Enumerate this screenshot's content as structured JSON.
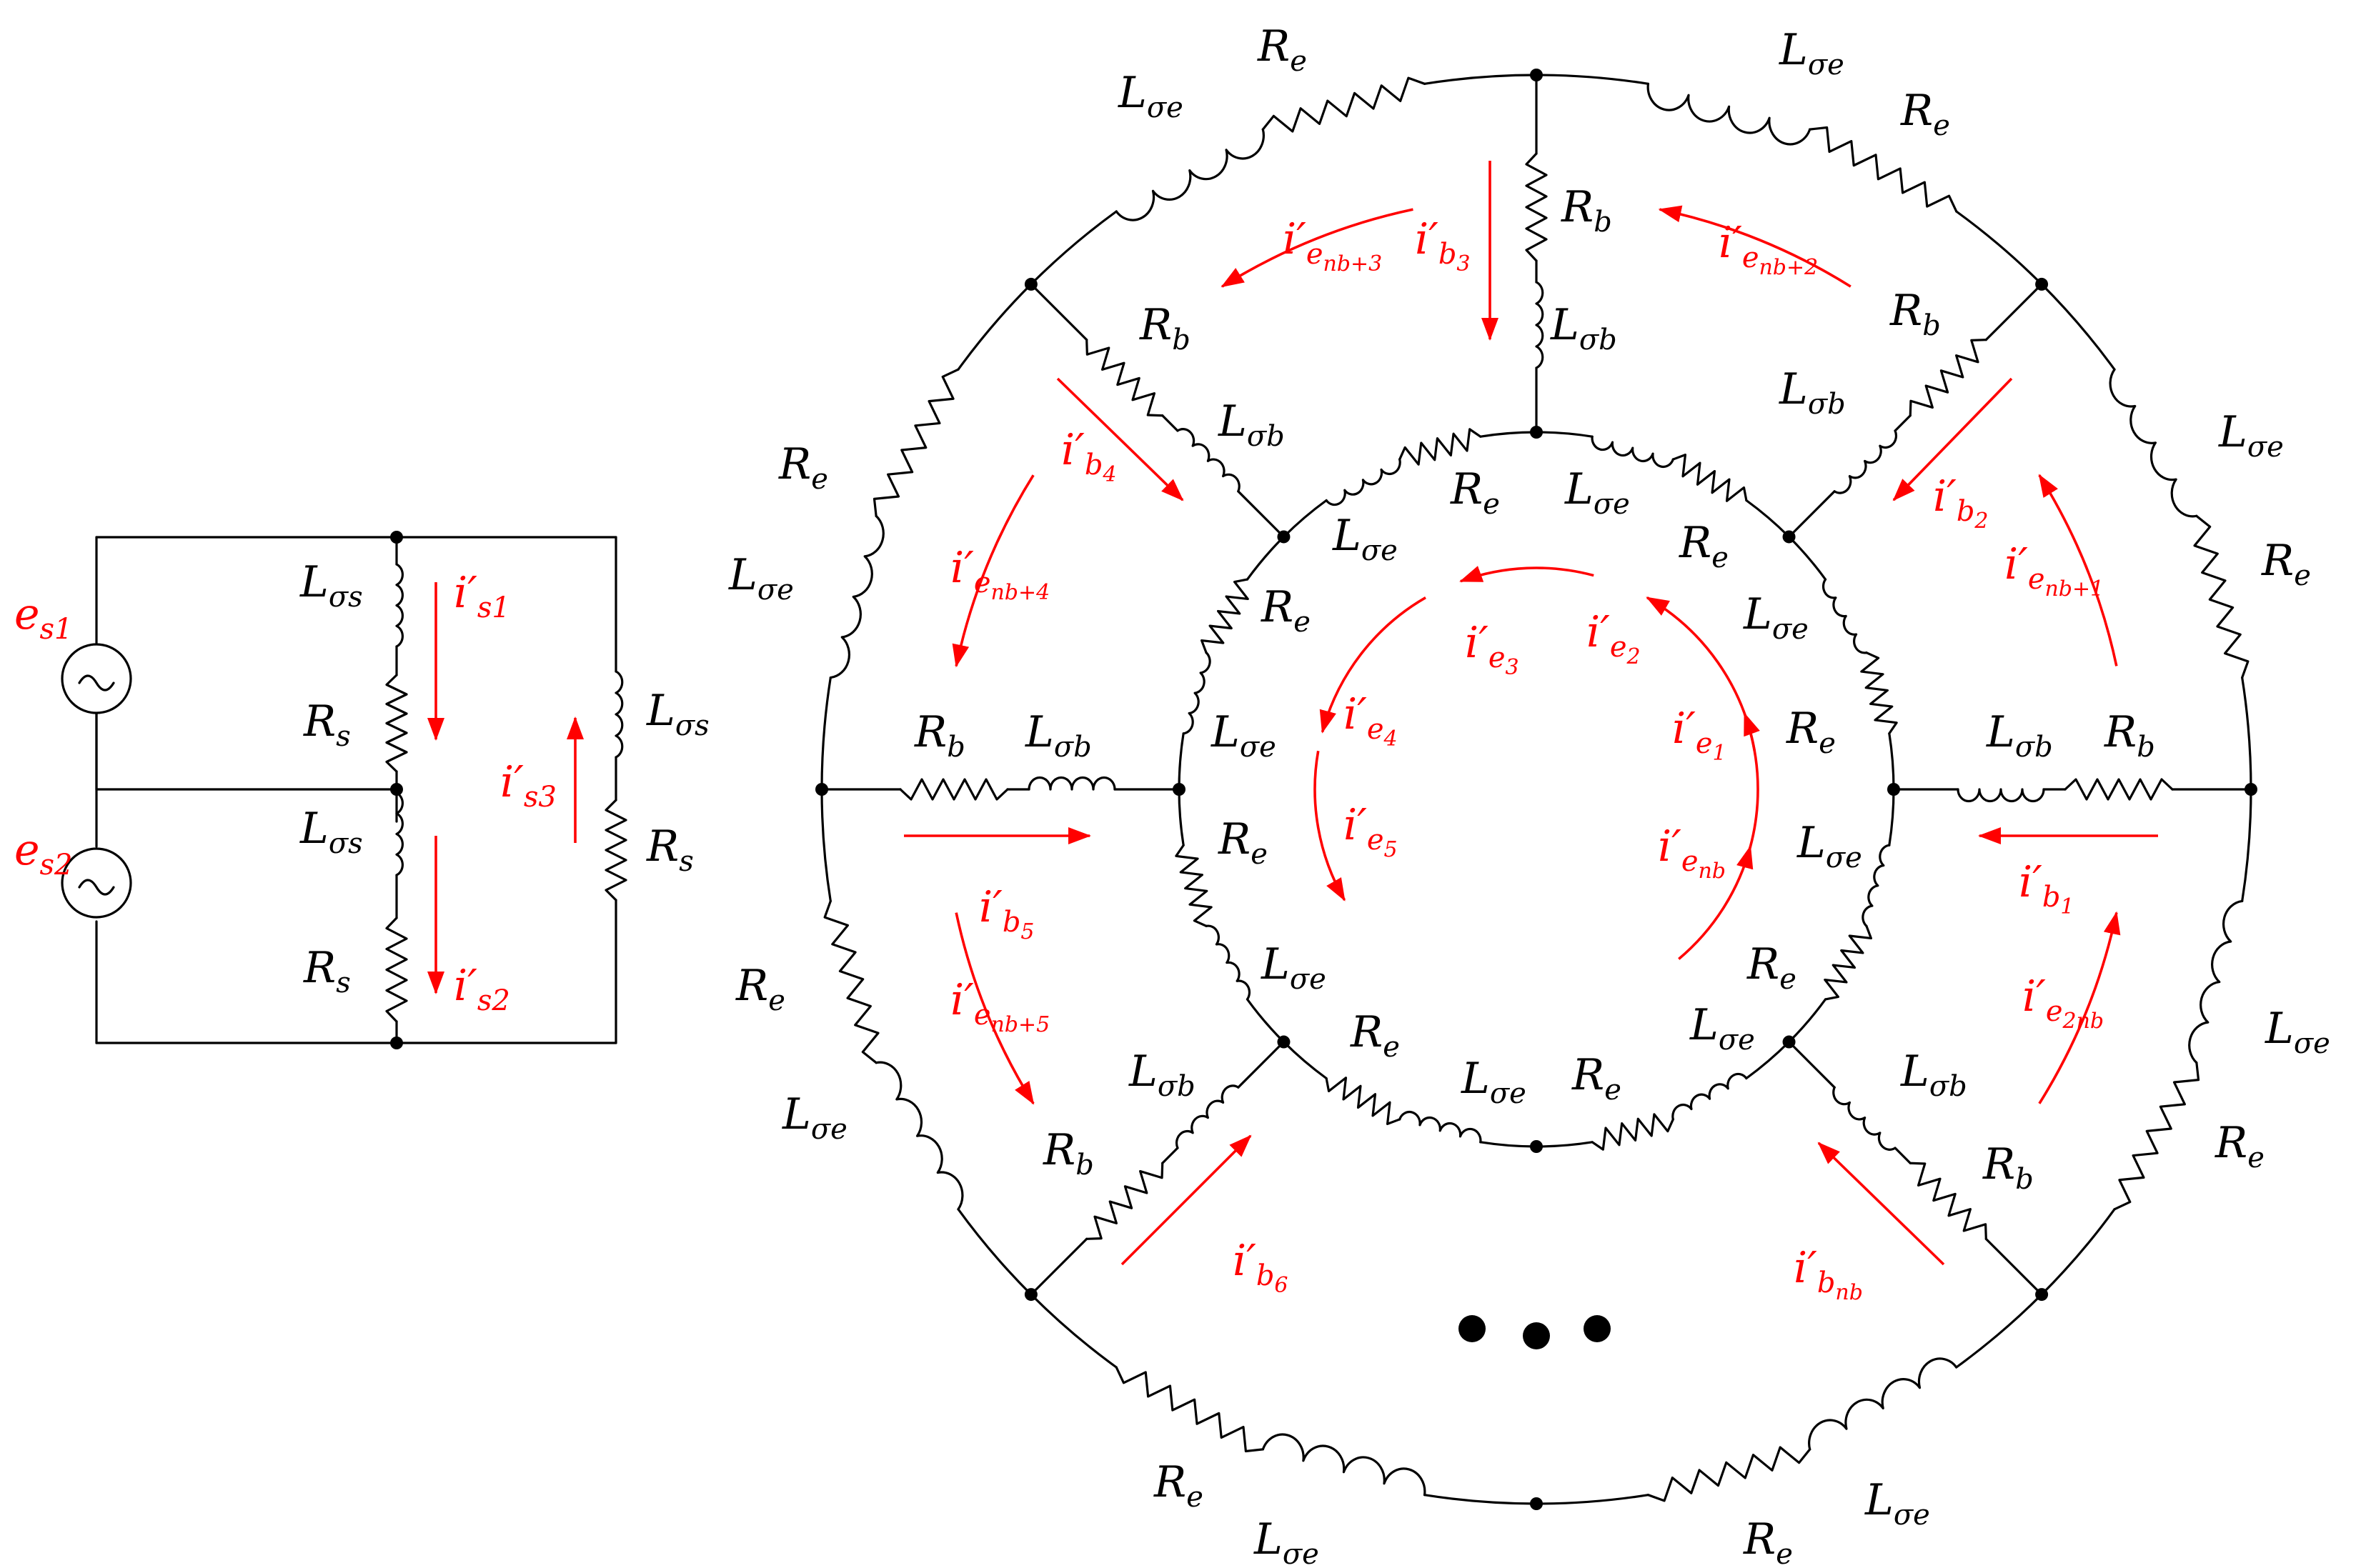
{
  "colors": {
    "wire": "#000000",
    "current": "#ff0000"
  },
  "stator": {
    "sources": [
      {
        "name": "e",
        "sub": "s1"
      },
      {
        "name": "e",
        "sub": "s2"
      }
    ],
    "resistor": {
      "name": "R",
      "sub": "s"
    },
    "inductor": {
      "name": "L",
      "sub": "σs"
    },
    "currents": [
      {
        "name": "i′",
        "sub": "s1"
      },
      {
        "name": "i′",
        "sub": "s2"
      },
      {
        "name": "i′",
        "sub": "s3"
      }
    ]
  },
  "rotor": {
    "end_ring_resistor": {
      "name": "R",
      "sub": "e"
    },
    "end_ring_inductor": {
      "name": "L",
      "sub": "σe"
    },
    "bar_resistor": {
      "name": "R",
      "sub": "b"
    },
    "bar_inductor": {
      "name": "L",
      "sub": "σb"
    },
    "bar_currents": [
      {
        "name": "i′",
        "sub": "b",
        "subsub": "1"
      },
      {
        "name": "i′",
        "sub": "b",
        "subsub": "2"
      },
      {
        "name": "i′",
        "sub": "b",
        "subsub": "3"
      },
      {
        "name": "i′",
        "sub": "b",
        "subsub": "4"
      },
      {
        "name": "i′",
        "sub": "b",
        "subsub": "5"
      },
      {
        "name": "i′",
        "sub": "b",
        "subsub": "6"
      },
      {
        "name": "i′",
        "sub": "b",
        "subsub": "nb"
      }
    ],
    "inner_ring_currents": [
      {
        "name": "i′",
        "sub": "e",
        "subsub": "1"
      },
      {
        "name": "i′",
        "sub": "e",
        "subsub": "2"
      },
      {
        "name": "i′",
        "sub": "e",
        "subsub": "3"
      },
      {
        "name": "i′",
        "sub": "e",
        "subsub": "4"
      },
      {
        "name": "i′",
        "sub": "e",
        "subsub": "5"
      },
      {
        "name": "i′",
        "sub": "e",
        "subsub": "nb"
      }
    ],
    "outer_ring_currents": [
      {
        "name": "i′",
        "sub": "e",
        "subsub": "nb+1"
      },
      {
        "name": "i′",
        "sub": "e",
        "subsub": "nb+2"
      },
      {
        "name": "i′",
        "sub": "e",
        "subsub": "nb+3"
      },
      {
        "name": "i′",
        "sub": "e",
        "subsub": "nb+4"
      },
      {
        "name": "i′",
        "sub": "e",
        "subsub": "nb+5"
      },
      {
        "name": "i′",
        "sub": "e",
        "subsub": "2nb"
      }
    ],
    "ellipsis": "• • •"
  }
}
